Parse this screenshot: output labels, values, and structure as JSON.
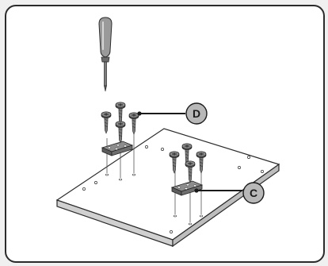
{
  "callouts": {
    "d": {
      "letter": "D",
      "meaning": "screws"
    },
    "c": {
      "letter": "C",
      "meaning": "bracket plate"
    }
  },
  "colors": {
    "background": "#ffffff",
    "border": "#2b2b2b",
    "board_top": "#ffffff",
    "board_edge": "#c9c9c9",
    "hardware": "#6b6b6b",
    "screwdriver_handle": "#8f8f8f",
    "callout_fill": "#b8b8b8"
  },
  "icons": [
    "screwdriver-icon",
    "screw-icon",
    "bracket-icon",
    "board-panel"
  ]
}
